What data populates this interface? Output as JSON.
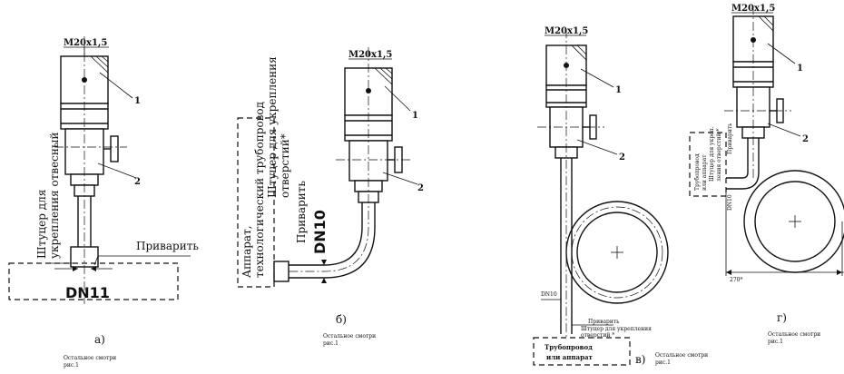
{
  "figures": {
    "a": {
      "thread": "M20x1,5",
      "callout_1": "1",
      "callout_2": "2",
      "side_note": [
        "Штуцер для",
        "укрепления отвесный"
      ],
      "weld_note": "Приварить",
      "dn": "DN11",
      "caption": "а)",
      "footnote": [
        "Остальное смотри",
        "рис.1"
      ]
    },
    "b": {
      "thread": "M20x1,5",
      "callout_1": "1",
      "callout_2": "2",
      "vessel_note": [
        "Аппарат,",
        "технологический трубопровод"
      ],
      "fitting_note": [
        "Штуцер для укрепления",
        "отверстий*"
      ],
      "weld_note": "Приварить",
      "dn": "DN10",
      "caption": "б)",
      "footnote": [
        "Остальное смотри",
        "рис.1"
      ]
    },
    "v": {
      "thread": "M20x1,5",
      "callout_1": "1",
      "callout_2": "2",
      "dn": "DN10",
      "weld_note": "Приварить",
      "fitting_note": [
        "Штуцер для укрепления",
        "отверстий *"
      ],
      "box_note": [
        "Трубопровод",
        "или аппарат"
      ],
      "caption": "в)",
      "footnote": [
        "Остальное смотри",
        "рис.1"
      ]
    },
    "g": {
      "thread": "M20x1,5",
      "callout_1": "1",
      "callout_2": "2",
      "side_note": [
        "Трубопровод",
        "или аппарат",
        "Штуцер для укреп.",
        "ления отверстий *"
      ],
      "weld_note": "Приварить",
      "dn": "DN10",
      "dim": "270*",
      "caption": "г)",
      "footnote": [
        "Остальное смотри",
        "рис.1"
      ]
    }
  }
}
